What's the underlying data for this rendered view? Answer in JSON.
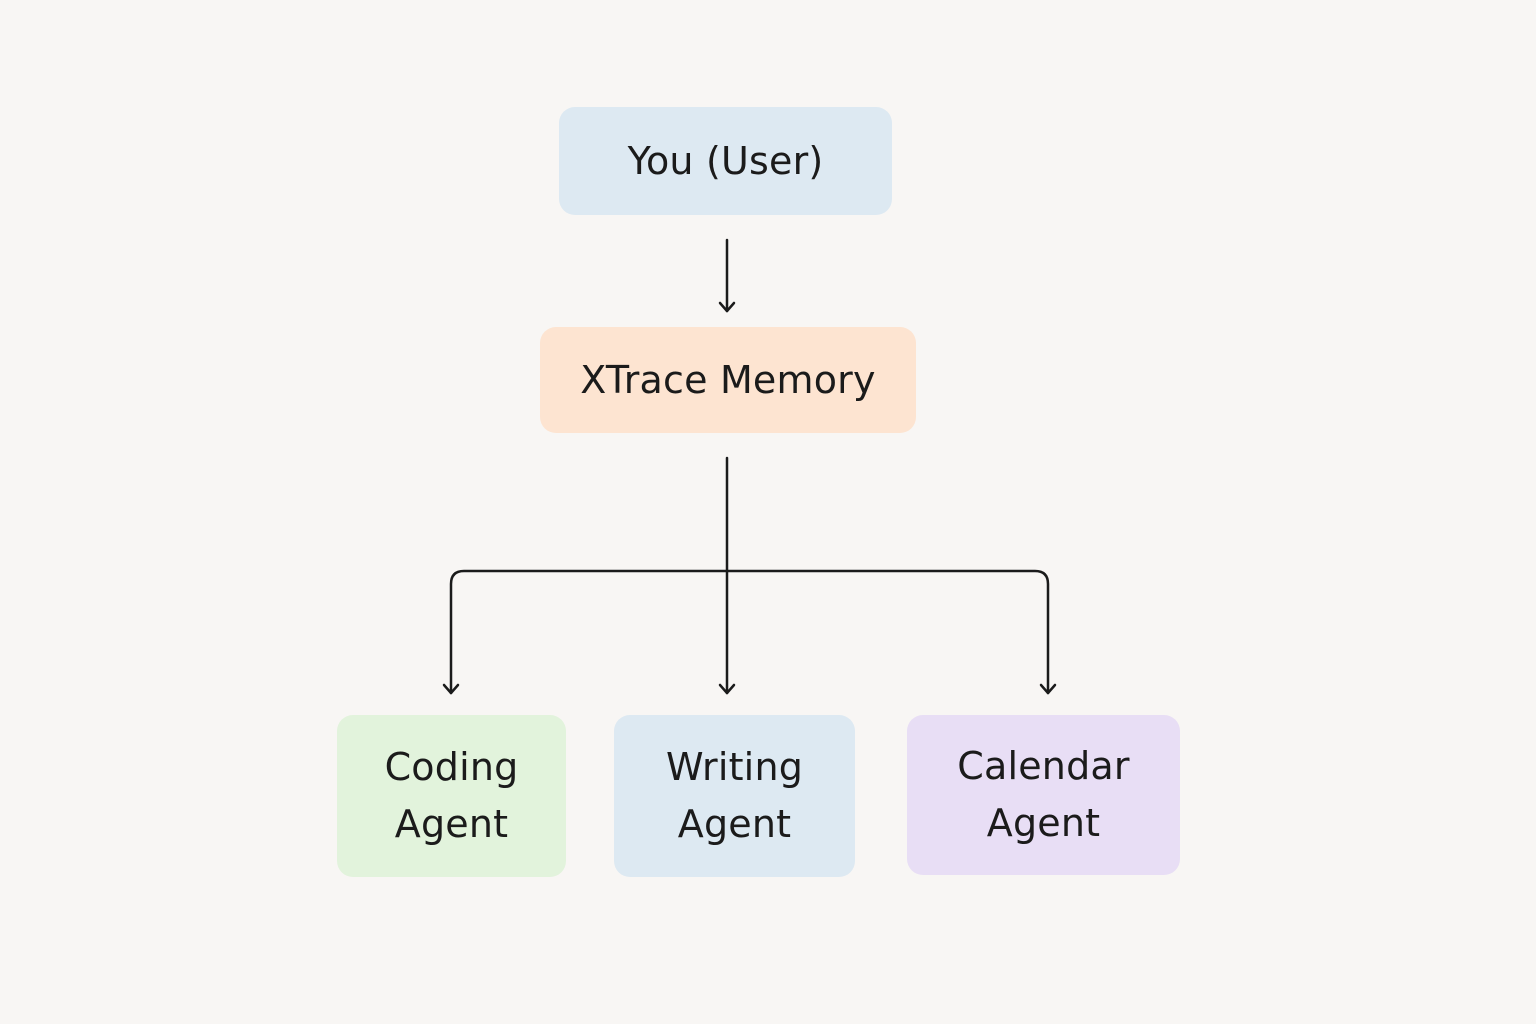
{
  "nodes": {
    "user": {
      "label": "You (User)",
      "color": "#dde9f2"
    },
    "memory": {
      "label": "XTrace Memory",
      "color": "#fde4d1"
    },
    "coding": {
      "line1": "Coding",
      "line2": "Agent",
      "color": "#e2f3dc"
    },
    "writing": {
      "line1": "Writing",
      "line2": "Agent",
      "color": "#dde9f2"
    },
    "calendar": {
      "line1": "Calendar",
      "line2": "Agent",
      "color": "#e8def5"
    }
  },
  "edges": [
    {
      "from": "user",
      "to": "memory"
    },
    {
      "from": "memory",
      "to": "coding"
    },
    {
      "from": "memory",
      "to": "writing"
    },
    {
      "from": "memory",
      "to": "calendar"
    }
  ],
  "colors": {
    "background": "#f8f6f4",
    "line": "#1b1b1b",
    "text": "#1b1b1b"
  }
}
